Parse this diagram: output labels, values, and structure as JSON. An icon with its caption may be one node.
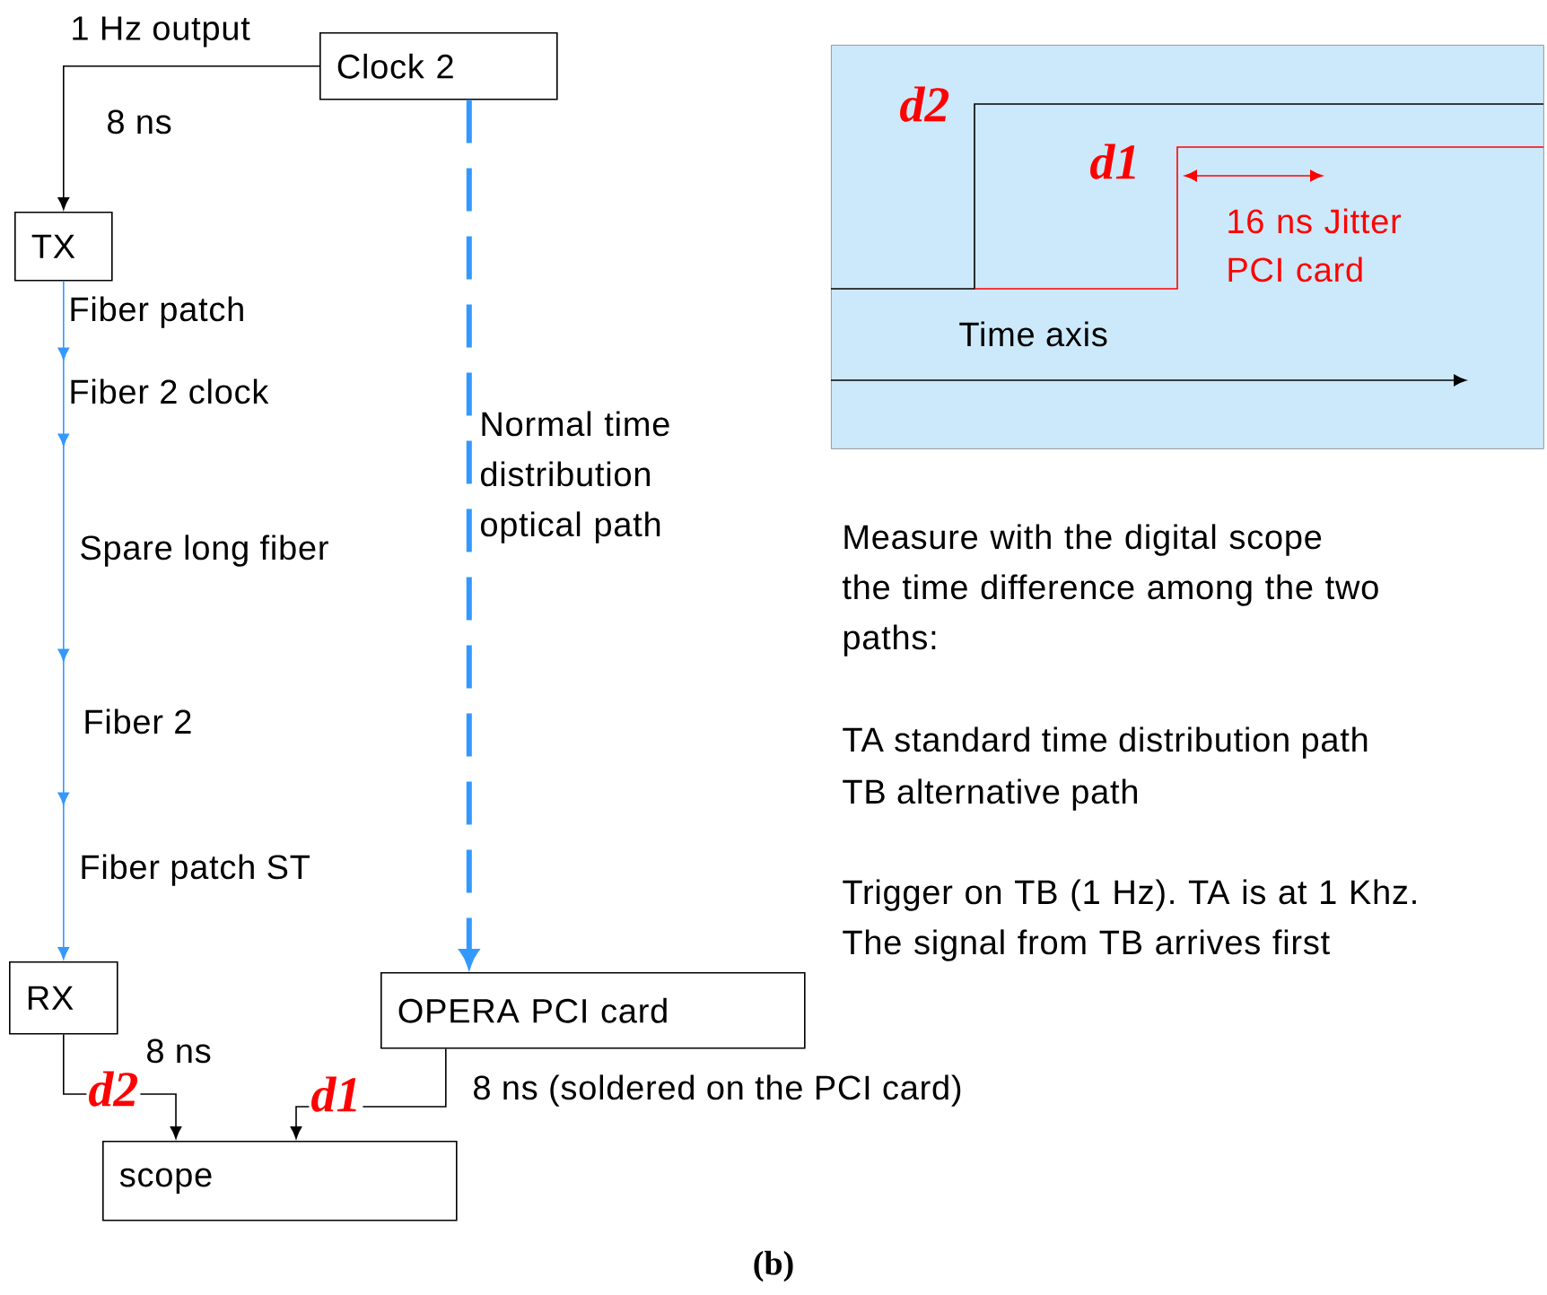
{
  "diagram": {
    "caption": "(b)",
    "nodes": [
      {
        "text": [
          "Clock 2"
        ]
      },
      {
        "text": [
          "TX"
        ]
      },
      {
        "text": [
          "RX"
        ]
      },
      {
        "text": [
          "OPERA PCI card"
        ]
      },
      {
        "text": [
          "scope"
        ]
      },
      {
        "text": [
          "d2",
          "d1",
          "16 ns Jitter PCI card",
          "Time axis"
        ]
      }
    ],
    "edges": [
      {
        "from": 0,
        "to": 1,
        "arrow": "to",
        "label": "8 ns"
      },
      {
        "from": 1,
        "to": 2,
        "arrow": "to",
        "color": "#3399ff"
      },
      {
        "from": 0,
        "to": 3,
        "arrow": "to",
        "style": "dashed",
        "color": "#3399ff"
      },
      {
        "from": 2,
        "to": 4,
        "arrow": "to",
        "label": "8 ns"
      },
      {
        "from": 3,
        "to": 4,
        "arrow": "to",
        "label": "8 ns (soldered on the PCI card)"
      }
    ],
    "labels": [
      "1 Hz output",
      "Fiber patch",
      "Fiber 2 clock",
      "Normal time distribution optical path",
      "Spare long fiber",
      "Fiber 2",
      "Fiber patch ST",
      "d2",
      "d1",
      "Measure with the digital scope the time difference among the two paths:",
      "TA standard time distribution path",
      "TB alternative path",
      "Trigger on TB (1 Hz). TA is at 1 Khz. The signal from TB arrives first"
    ]
  }
}
